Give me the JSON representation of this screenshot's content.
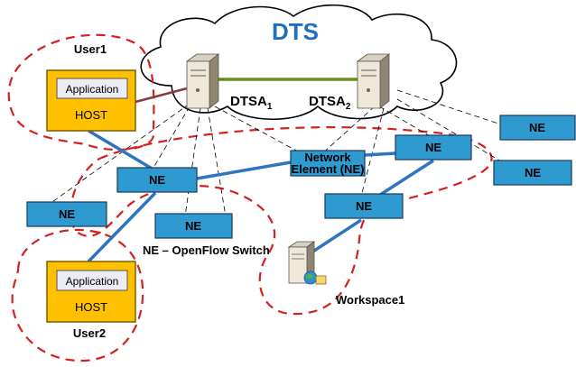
{
  "cloud": {
    "title": "DTS",
    "title_color": "#1f6fbf"
  },
  "servers": {
    "dtsa1": {
      "base": "DTSA",
      "sub": "1"
    },
    "dtsa2": {
      "base": "DTSA",
      "sub": "2"
    }
  },
  "user1": {
    "label": "User1",
    "app": "Application",
    "host": "HOST"
  },
  "user2": {
    "label": "User2",
    "app": "Application",
    "host": "HOST"
  },
  "workspace": {
    "label": "Workspace1"
  },
  "network_element": {
    "line1": "Network",
    "line2": "Element (NE)"
  },
  "ne_label": "NE",
  "openflow_label": "NE – OpenFlow Switch",
  "colors": {
    "ne_fill": "#2e9ad0",
    "host_fill": "#ffc000",
    "link_blue": "#2e75c0",
    "boundary_red": "#d42020",
    "server_link": "#6b8e23"
  }
}
